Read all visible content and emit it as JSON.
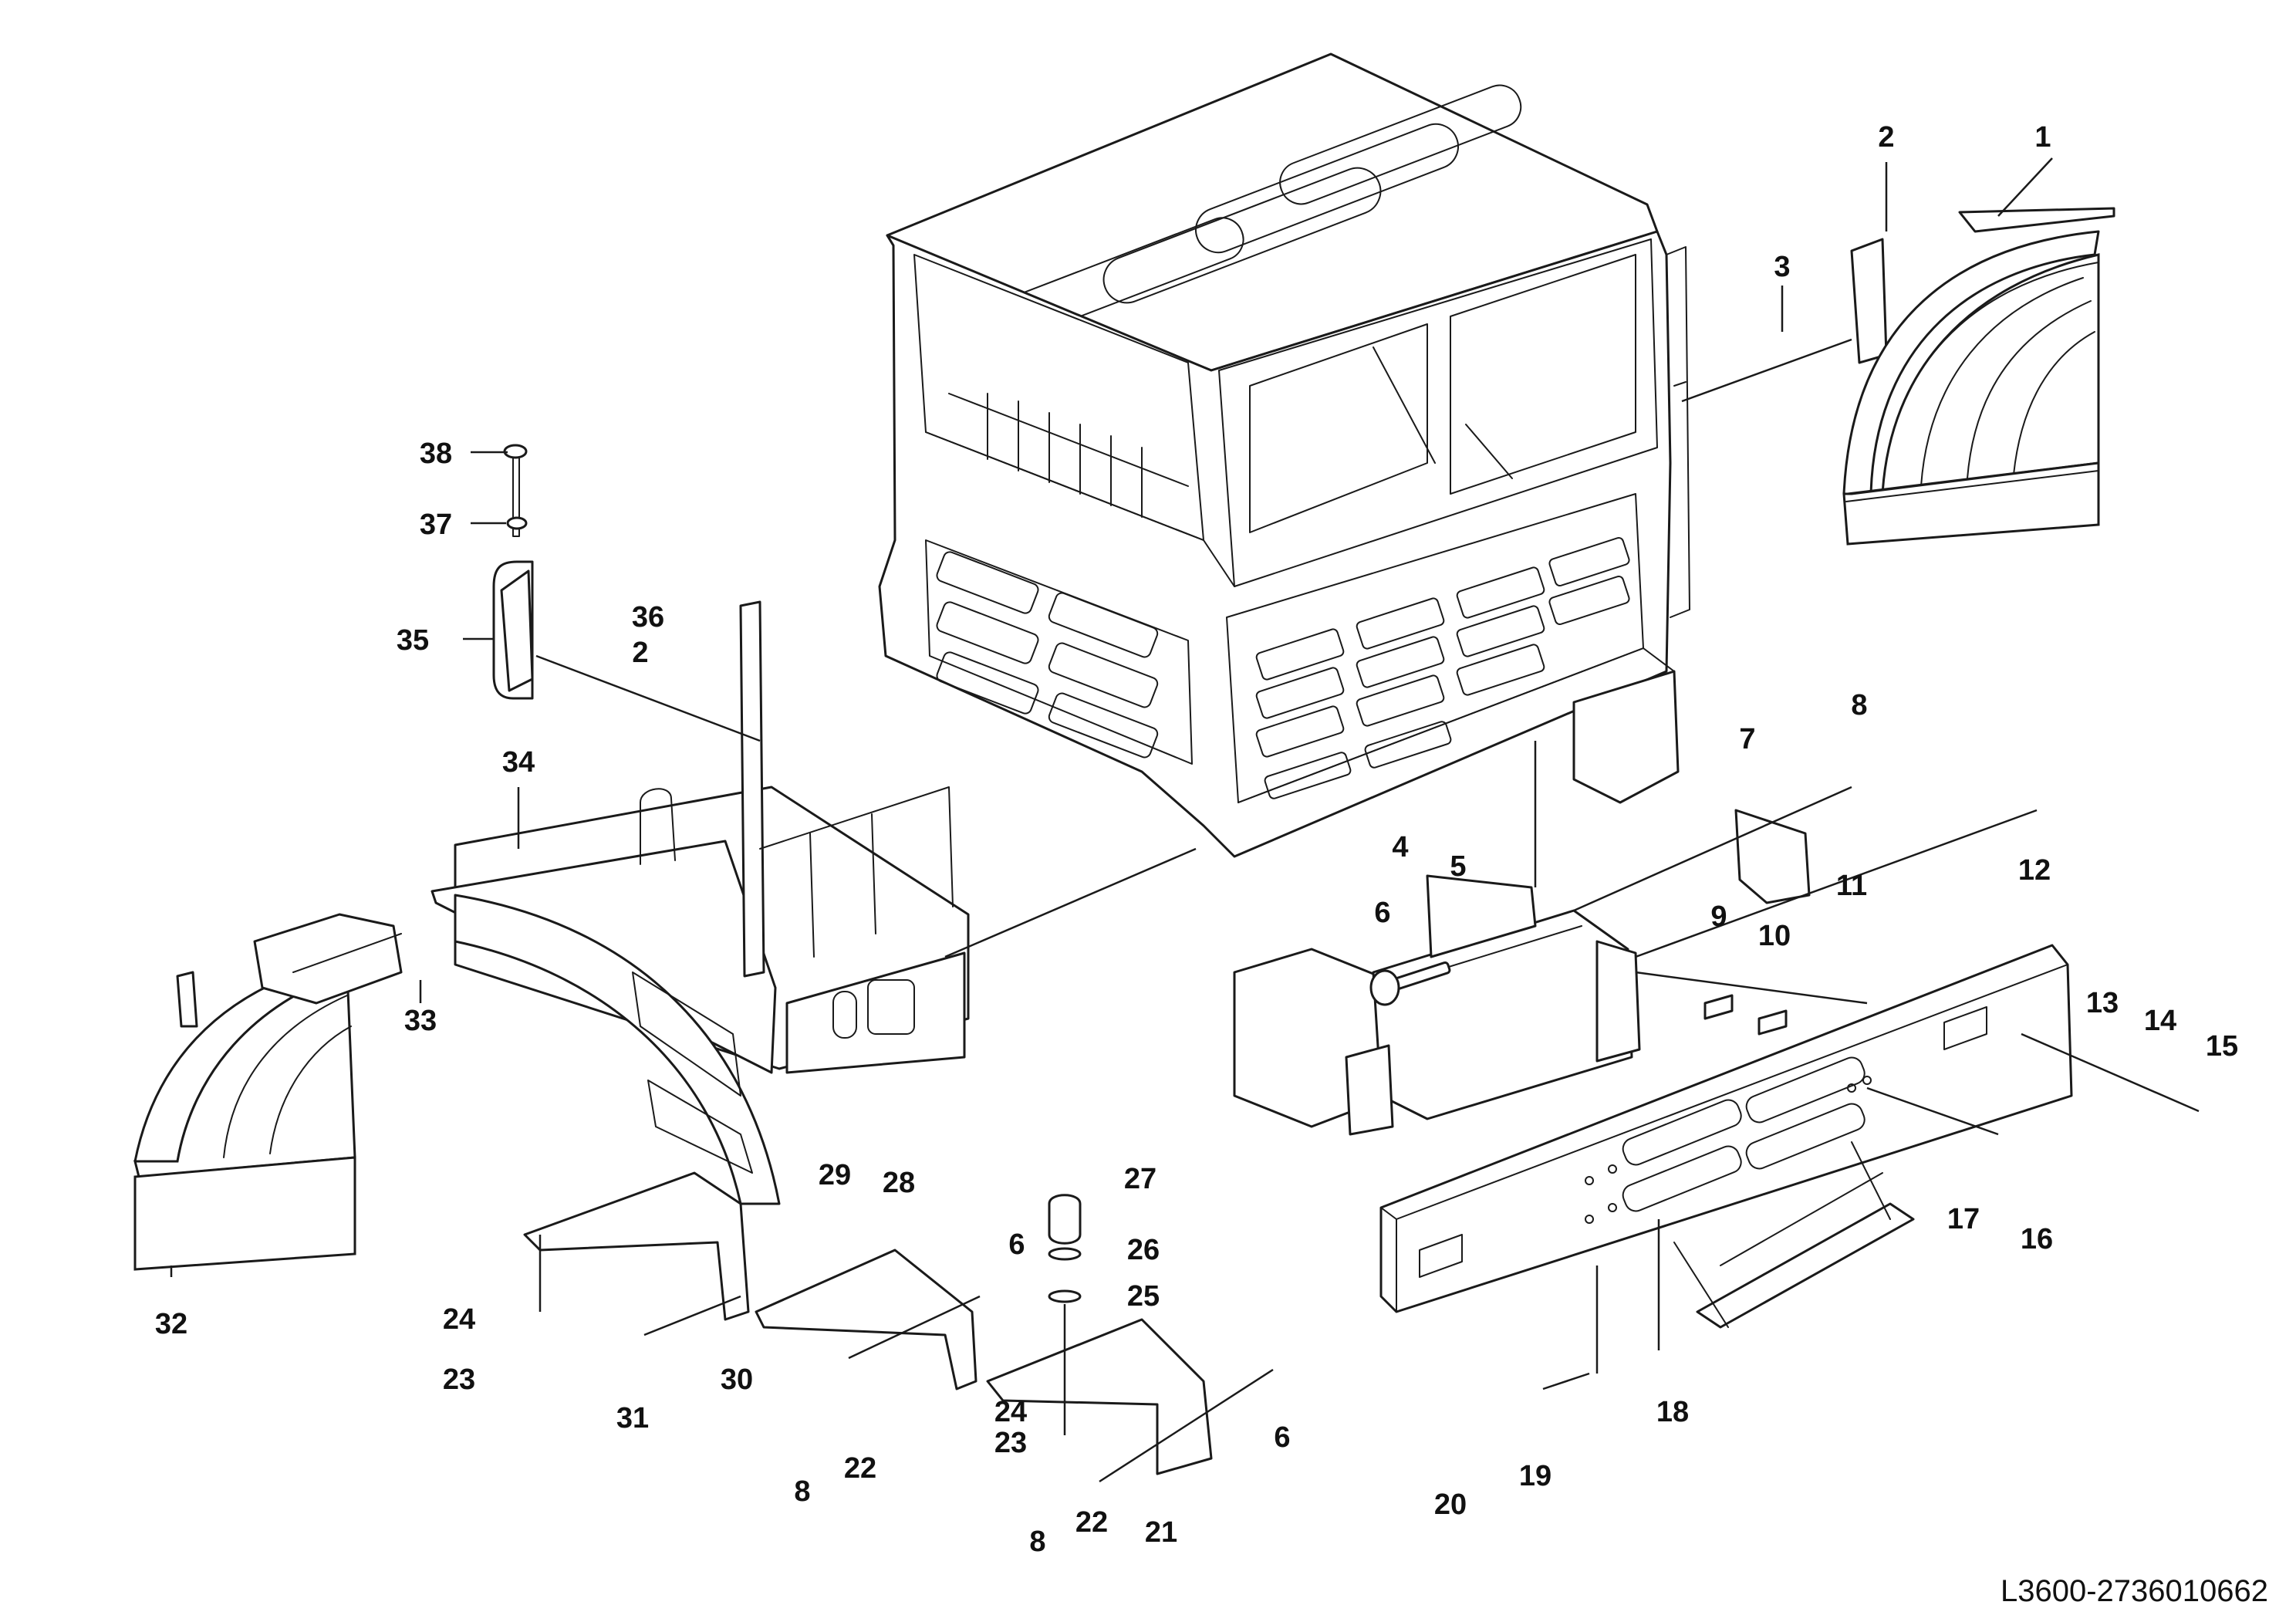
{
  "diagram": {
    "document_id": "L3600-2736010662",
    "callouts": [
      {
        "id": "c1",
        "label": "1"
      },
      {
        "id": "c2a",
        "label": "2"
      },
      {
        "id": "c3",
        "label": "3"
      },
      {
        "id": "c38",
        "label": "38"
      },
      {
        "id": "c37",
        "label": "37"
      },
      {
        "id": "c36",
        "label": "36"
      },
      {
        "id": "c2b",
        "label": "2"
      },
      {
        "id": "c35",
        "label": "35"
      },
      {
        "id": "c34",
        "label": "34"
      },
      {
        "id": "c33",
        "label": "33"
      },
      {
        "id": "c32",
        "label": "32"
      },
      {
        "id": "c4",
        "label": "4"
      },
      {
        "id": "c5",
        "label": "5"
      },
      {
        "id": "c6a",
        "label": "6"
      },
      {
        "id": "c7",
        "label": "7"
      },
      {
        "id": "c8a",
        "label": "8"
      },
      {
        "id": "c9",
        "label": "9"
      },
      {
        "id": "c10",
        "label": "10"
      },
      {
        "id": "c11",
        "label": "11"
      },
      {
        "id": "c12",
        "label": "12"
      },
      {
        "id": "c13",
        "label": "13"
      },
      {
        "id": "c14",
        "label": "14"
      },
      {
        "id": "c15",
        "label": "15"
      },
      {
        "id": "c16",
        "label": "16"
      },
      {
        "id": "c17",
        "label": "17"
      },
      {
        "id": "c18",
        "label": "18"
      },
      {
        "id": "c19",
        "label": "19"
      },
      {
        "id": "c20",
        "label": "20"
      },
      {
        "id": "c27",
        "label": "27"
      },
      {
        "id": "c26",
        "label": "26"
      },
      {
        "id": "c25",
        "label": "25"
      },
      {
        "id": "c29",
        "label": "29"
      },
      {
        "id": "c28",
        "label": "28"
      },
      {
        "id": "c6b",
        "label": "6"
      },
      {
        "id": "c24a",
        "label": "24"
      },
      {
        "id": "c23a",
        "label": "23"
      },
      {
        "id": "c31",
        "label": "31"
      },
      {
        "id": "c30",
        "label": "30"
      },
      {
        "id": "c8b",
        "label": "8"
      },
      {
        "id": "c22a",
        "label": "22"
      },
      {
        "id": "c24b",
        "label": "24"
      },
      {
        "id": "c23b",
        "label": "23"
      },
      {
        "id": "c6c",
        "label": "6"
      },
      {
        "id": "c8c",
        "label": "8"
      },
      {
        "id": "c22b",
        "label": "22"
      },
      {
        "id": "c21",
        "label": "21"
      }
    ]
  }
}
